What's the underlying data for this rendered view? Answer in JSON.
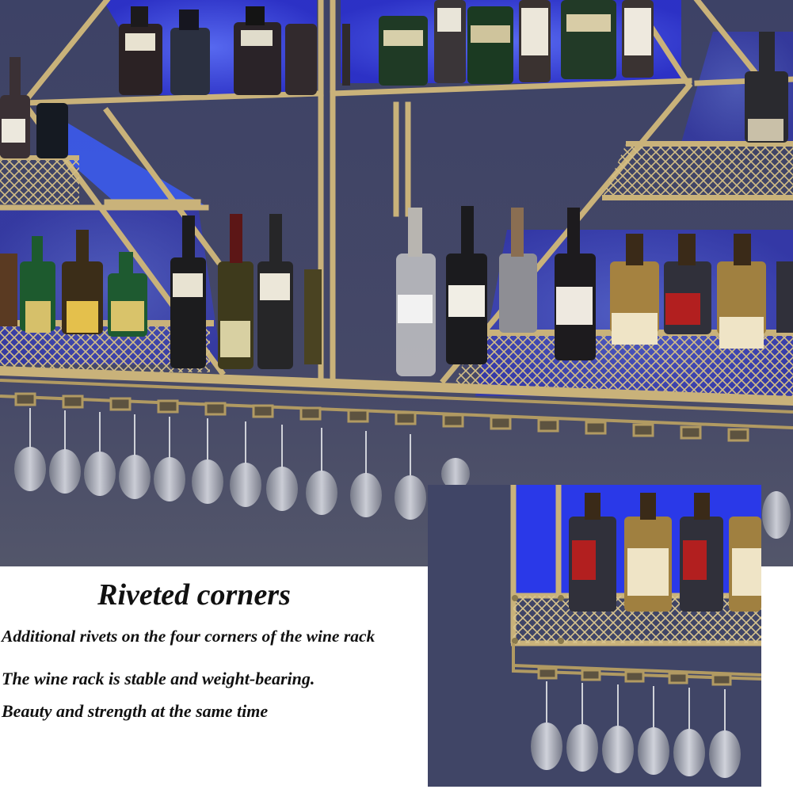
{
  "caption": {
    "title": "Riveted corners",
    "lines": [
      "Additional rivets on the four corners of the wine rack",
      "The wine rack is stable and weight-bearing.",
      "Beauty and strength at the same time"
    ]
  },
  "colors": {
    "wall": "#3b3f5a",
    "frame_gold": "#c9b27a",
    "led_blue": "#2f4fff",
    "caption_bg": "#ffffff"
  }
}
